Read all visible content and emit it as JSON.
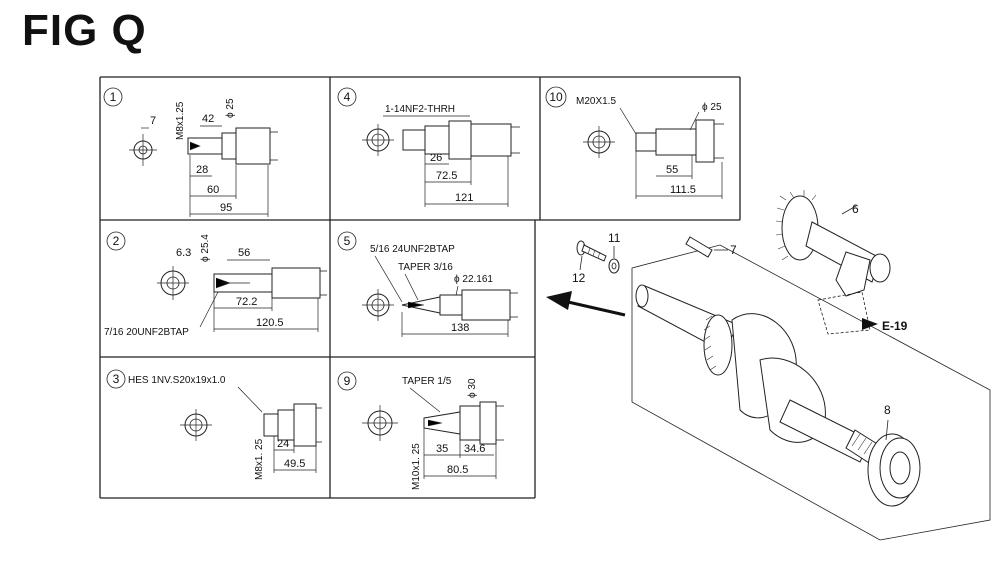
{
  "title": "FIG Q",
  "panels": [
    {
      "id": "1",
      "dims": [
        "7",
        "M8x1.25",
        "42",
        "ϕ 25",
        "28",
        "60",
        "95"
      ]
    },
    {
      "id": "4",
      "dims": [
        "1-14NF2-THRH",
        "26",
        "72.5",
        "121"
      ]
    },
    {
      "id": "10",
      "dims": [
        "M20X1.5",
        "ϕ 25",
        "55",
        "111.5"
      ]
    },
    {
      "id": "2",
      "dims": [
        "6.3",
        "ϕ 25.4",
        "56",
        "72.2",
        "120.5",
        "7/16 20UNF2BTAP"
      ]
    },
    {
      "id": "5",
      "dims": [
        "5/16 24UNF2BTAP",
        "TAPER 3/16",
        "ϕ 22.161",
        "138"
      ]
    },
    {
      "id": "3",
      "dims": [
        "HES 1NV.S20x19x1.0",
        "M8x1. 25",
        "24",
        "49.5"
      ]
    },
    {
      "id": "9",
      "dims": [
        "TAPER 1/5",
        "ϕ 30",
        "M10x1. 25",
        "35",
        "34.6",
        "80.5"
      ]
    }
  ],
  "callouts": {
    "c6": "6",
    "c7": "7",
    "c8": "8",
    "c11": "11",
    "c12": "12",
    "ref": "E-19"
  }
}
